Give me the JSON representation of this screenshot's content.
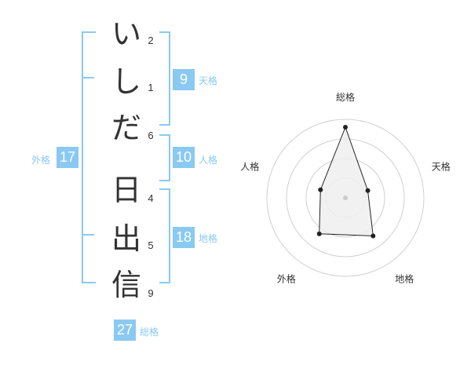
{
  "name": {
    "characters": [
      {
        "char": "い",
        "strokes": "2"
      },
      {
        "char": "し",
        "strokes": "1"
      },
      {
        "char": "だ",
        "strokes": "6"
      },
      {
        "char": "日",
        "strokes": "4"
      },
      {
        "char": "出",
        "strokes": "5"
      },
      {
        "char": "信",
        "strokes": "9"
      }
    ]
  },
  "kaku": {
    "tenkaku": {
      "value": "9",
      "label": "天格"
    },
    "jinkaku": {
      "value": "10",
      "label": "人格"
    },
    "chikaku": {
      "value": "18",
      "label": "地格"
    },
    "gaikaku": {
      "value": "17",
      "label": "外格"
    },
    "soukaku": {
      "value": "27",
      "label": "総格"
    }
  },
  "chart_data": {
    "type": "radar",
    "axes": [
      "総格",
      "天格",
      "地格",
      "外格",
      "人格"
    ],
    "values": [
      27,
      9,
      18,
      17,
      10
    ],
    "rings": 4,
    "max": 30,
    "colors": {
      "fill": "#efefef",
      "stroke": "#222222",
      "grid": "#d0d0d0",
      "center": "#cccccc"
    }
  },
  "colors": {
    "accent": "#8ac9f2",
    "text": "#333333"
  }
}
